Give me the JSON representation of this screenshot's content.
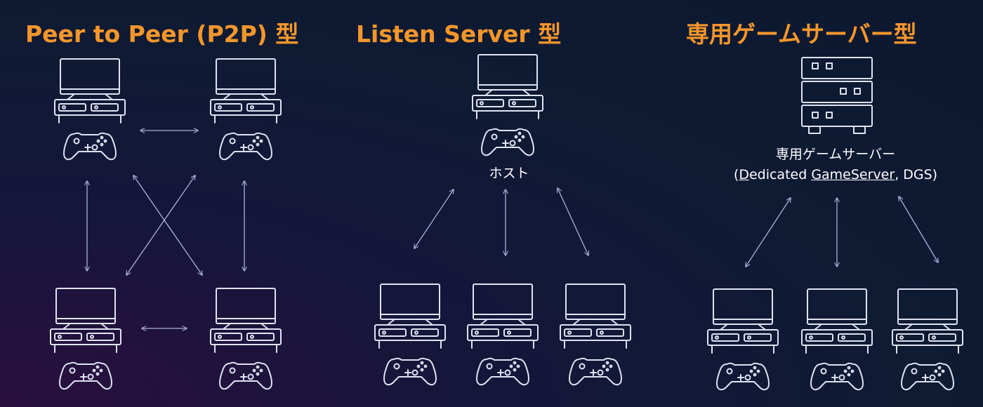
{
  "diagram": {
    "sections": [
      {
        "title": "Peer to Peer (P2P) 型"
      },
      {
        "title": "Listen Server 型"
      },
      {
        "title": "専用ゲームサーバー型"
      }
    ],
    "host_label": "ホスト",
    "dgs_label": {
      "line1": "専用ゲームサーバー",
      "open_paren": "(",
      "d": "D",
      "edicated": "edicated ",
      "game_server": "GameServer",
      "tail": ", DGS)"
    },
    "colors": {
      "title": "#f5962a",
      "line": "#dfe3f2",
      "arrow": "#a9b2dc",
      "text": "#ffffff"
    }
  }
}
